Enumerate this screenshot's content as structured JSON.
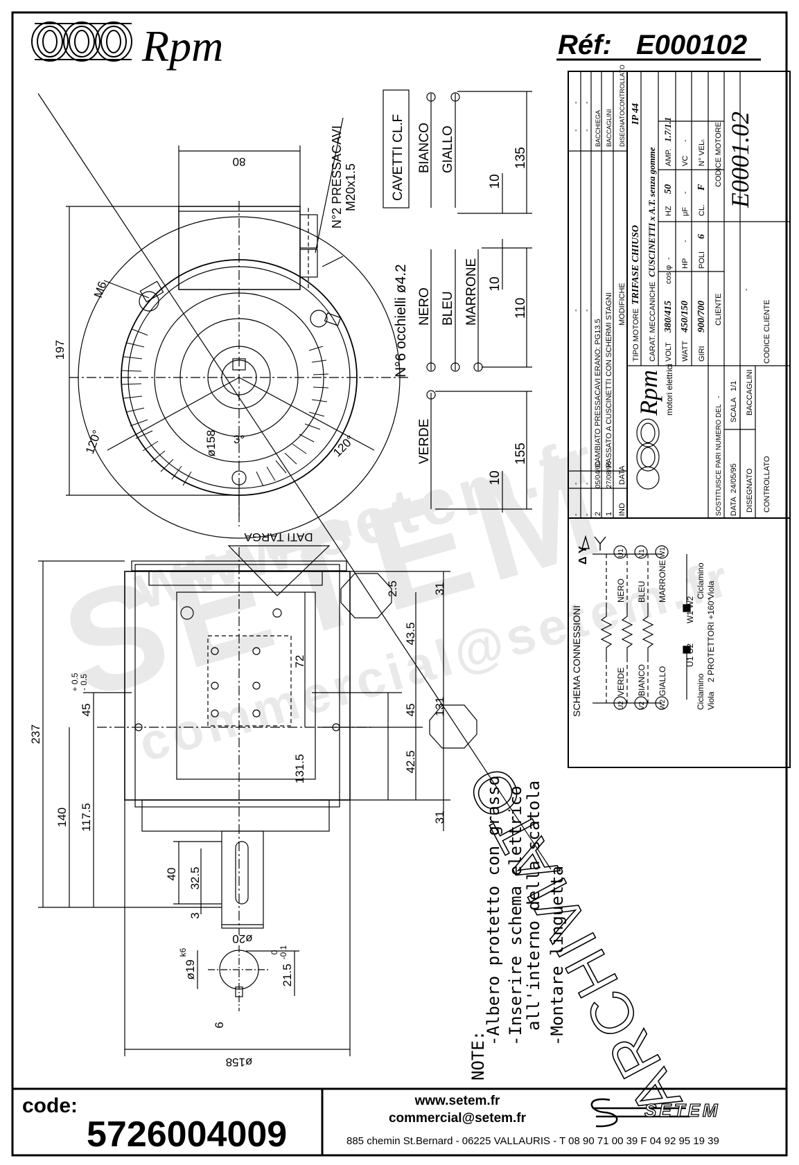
{
  "header": {
    "brand": "Rpm",
    "ref_label": "Réf:",
    "ref_value": "E000102"
  },
  "notes": {
    "title": "NOTE:",
    "lines": [
      "-Albero protetto con grasso",
      "-Inserire schema elettrico",
      "all'interno della scatola",
      "-Montare linguetta"
    ]
  },
  "archive_stamp": "ARCHIVIATO",
  "dimensions": {
    "d80": "80",
    "d197": "197",
    "d135": "135",
    "d110": "110",
    "d155": "155",
    "d10a": "10",
    "d10b": "10",
    "d10c": "10",
    "d158": "ø158",
    "d3deg": "3°",
    "d120l": "120°",
    "d120r": "120°",
    "m6": "M6",
    "pressacavi": "N°2 PRESSACAVI",
    "pressacavi_thread": "M20x1.5",
    "d237": "237",
    "d140": "140",
    "d117_5": "117.5",
    "d45": "45",
    "d45tol_plus": "+ 0.5",
    "d45tol_minus": "- 0.5",
    "d72": "72",
    "d43_5": "43.5",
    "d45b": "45",
    "d42_5": "42.5",
    "d131_5": "131.5",
    "d131": "131",
    "d31a": "31",
    "d31b": "31",
    "d2_5": "2.5",
    "d40": "40",
    "d32_5": "32.5",
    "d3": "3",
    "d20": "ø20",
    "d19": "ø19",
    "d19tol": "k6",
    "d21_5": "21.5",
    "d21_5tol0": "0",
    "d21_5tol1": "-0.1",
    "d6": "6",
    "d158b": "ø158",
    "dati_targa": "DATI TARGA"
  },
  "leads": {
    "cavetti": "CAVETTI CL.F",
    "bianco": "BIANCO",
    "giallo": "GIALLO",
    "occhielli": "N°6 occhielli ø4.2",
    "nero": "NERO",
    "bleu": "BLEU",
    "marrone": "MARRONE",
    "verde": "VERDE"
  },
  "schema": {
    "title": "SCHEMA CONNESSIONI",
    "delta_star": "Δ Y",
    "left_labels": [
      "VERDE",
      "BIANCO",
      "GIALLO"
    ],
    "right_labels": [
      "NERO",
      "BLEU",
      "MARRONE"
    ],
    "left_terms": [
      "U2",
      "V2",
      "W2"
    ],
    "right_terms": [
      "U1",
      "V1",
      "W1"
    ],
    "u1u2": "U1 U2",
    "w1w2": "W1 W2",
    "ciclamino": "Ciclamino",
    "viola": "Viola",
    "protettori": "2 PROTETTORI +160°"
  },
  "title_block": {
    "rev_rows": [
      {
        "ind": "-",
        "data": "-",
        "text": "-",
        "disegnato": "-",
        "controllato": "-"
      },
      {
        "ind": "-",
        "data": "-",
        "text": "-",
        "disegnato": "-",
        "controllato": "-"
      },
      {
        "ind": "2",
        "data": "05/04/00",
        "text": "CAMBIATO PRESSACAVI ERANO: PG13.5",
        "disegnato": "BACCHIEGA",
        "controllato": ""
      },
      {
        "ind": "1",
        "data": "27/08/96",
        "text": "PASSATO A CUSCINETTI CON SCHERMI STAGNI",
        "disegnato": "BACCAGLINI",
        "controllato": ""
      }
    ],
    "rev_header": {
      "ind": "IND",
      "data": "DATA",
      "text": "MODIFICHE",
      "disegnato": "DISEGNATO",
      "controllato": "CONTROLLATO"
    },
    "logo_text": "Rpm",
    "logo_sub": "motori elettrici",
    "tipo_label": "TIPO MOTORE",
    "tipo_value": "TRIFASE CHIUSO",
    "ip": "IP 44",
    "carat_label": "CARAT. MECCANICHE",
    "carat_value": "CUSCINETTI x A.T. senza gomme",
    "volt_label": "VOLT",
    "volt_value": "380/415",
    "cos_label": "cos φ",
    "cos_value": "-",
    "hz_label": "HZ",
    "hz_value": "50",
    "amp_label": "AMP.",
    "amp_value": "1.7/1.1",
    "watt_label": "WATT",
    "watt_value": "450/150",
    "hp_label": "HP",
    "hp_value": "-",
    "uf_label": "μF",
    "uf_value": "-",
    "vc_label": "VC",
    "vc_value": "-",
    "giri_label": "GIRI",
    "giri_value": "900/700",
    "poli_label": "POLI",
    "poli_value": "6",
    "cl_label": "CL.",
    "cl_value": "F",
    "nvel_label": "N° VEL.",
    "nvel_value": "-",
    "sostituisce_label": "SOSTITUISCE PARI NUMERO DEL",
    "sostituisce_value": "-",
    "cliente_label": "CLIENTE",
    "cliente_value": "-",
    "codice_motore_label": "CODICE MOTORE",
    "codice_motore_value": "E0001.02",
    "data_label": "DATA",
    "data_value": "24/05/95",
    "scala_label": "SCALA",
    "scala_value": "1/1",
    "disegnato_label": "DISEGNATO",
    "disegnato_value": "BACCAGLINI",
    "controllato_label": "CONTROLLATO",
    "codice_cliente_label": "CODICE CLIENTE"
  },
  "watermark": {
    "url": "www.setem.fr",
    "brand": "SETEM",
    "email": "commercial@setem.fr"
  },
  "footer": {
    "code_label": "code:",
    "code_value": "5726004009",
    "web": "www.setem.fr",
    "email": "commercial@setem.fr",
    "brand": "SETEM",
    "address": "885 chemin St.Bernard  -  06225 VALLAURIS  -  T 08 90 71 00 39   F 04 92 95 19 39"
  }
}
